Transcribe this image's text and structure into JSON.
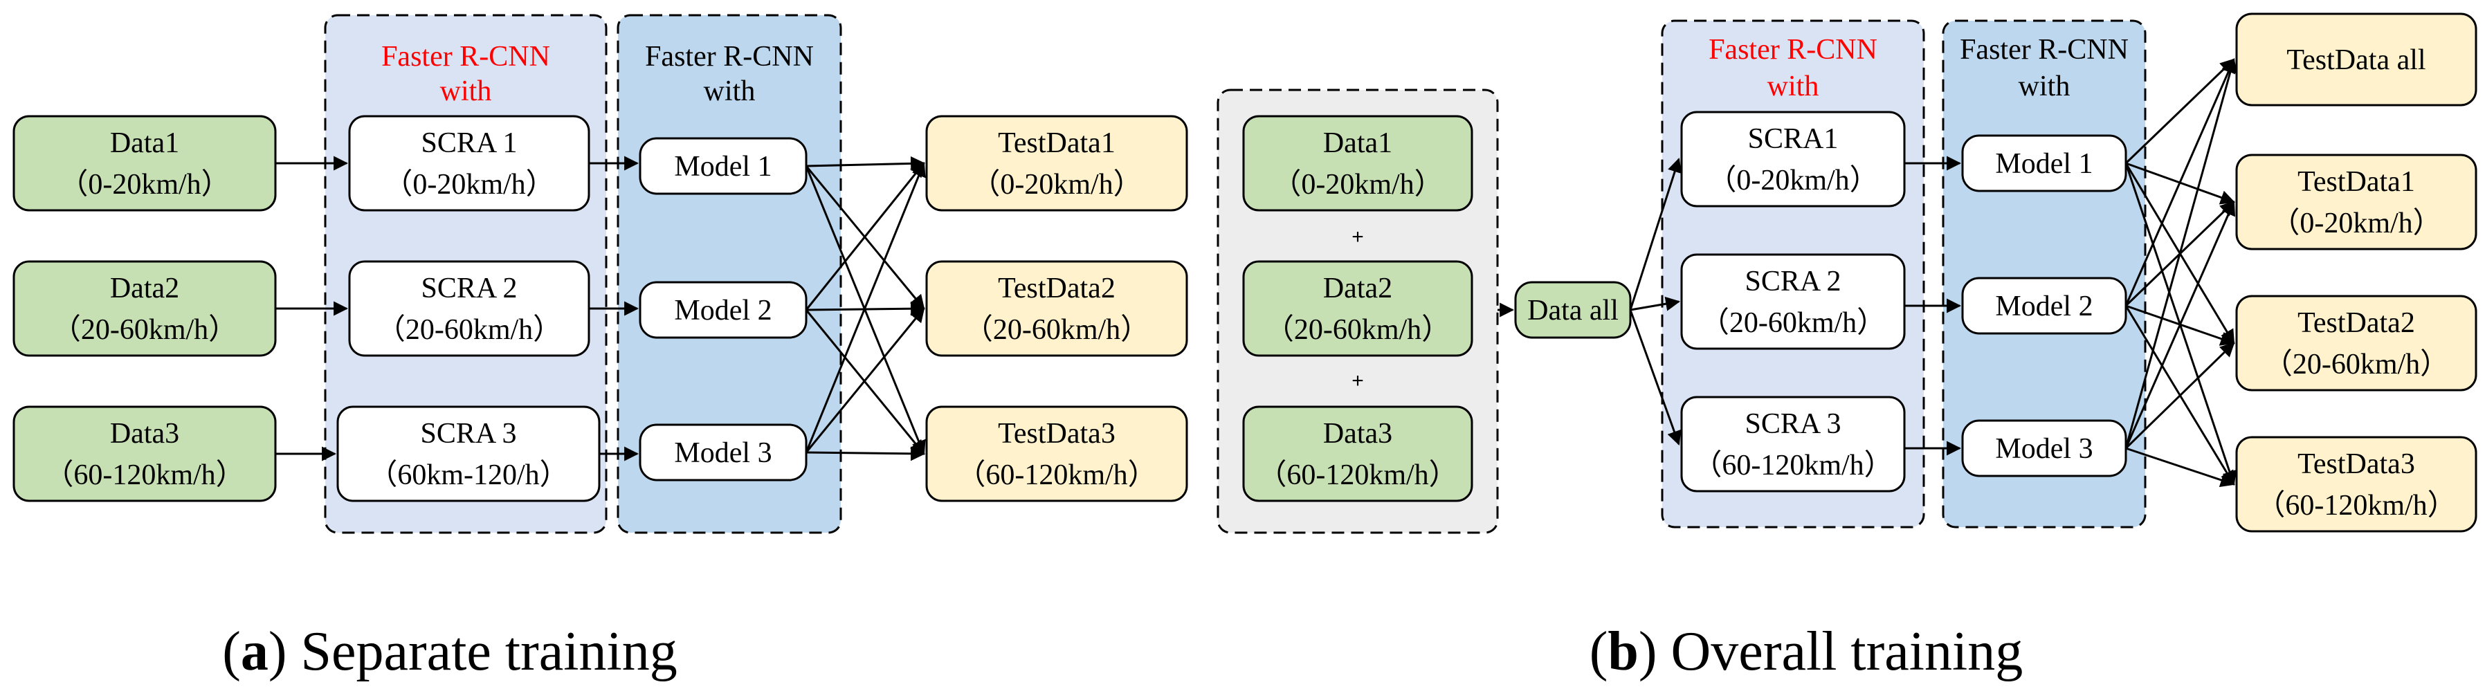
{
  "colors": {
    "input_green": "#c6e0b4",
    "output_yellow": "#fff2cc",
    "scra_panel": "#dae3f3",
    "model_panel": "#bdd7ee",
    "merge_panel": "#ededed",
    "header_red": "#ff0000"
  },
  "panel_a": {
    "inputs": [
      {
        "name": "Data1",
        "range": "（0-20km/h）"
      },
      {
        "name": "Data2",
        "range": "（20-60km/h）"
      },
      {
        "name": "Data3",
        "range": "（60-120km/h）"
      }
    ],
    "scra_header": {
      "line1": "Faster R-CNN",
      "line2": "with"
    },
    "scra": [
      {
        "name": "SCRA 1",
        "range": "（0-20km/h）"
      },
      {
        "name": "SCRA 2",
        "range": "（20-60km/h）"
      },
      {
        "name": "SCRA 3",
        "range": "（60km-120/h）"
      }
    ],
    "model_header": {
      "line1": "Faster R-CNN",
      "line2": "with"
    },
    "models": [
      "Model 1",
      "Model 2",
      "Model 3"
    ],
    "tests": [
      {
        "name": "TestData1",
        "range": "（0-20km/h）"
      },
      {
        "name": "TestData2",
        "range": "（20-60km/h）"
      },
      {
        "name": "TestData3",
        "range": "（60-120km/h）"
      }
    ],
    "caption": {
      "letter": "a",
      "text": " Separate training"
    }
  },
  "panel_b": {
    "merge_inputs": [
      {
        "name": "Data1",
        "range": "（0-20km/h）"
      },
      {
        "name": "Data2",
        "range": "（20-60km/h）"
      },
      {
        "name": "Data3",
        "range": "（60-120km/h）"
      }
    ],
    "plus": "+",
    "data_all": "Data all",
    "scra_header": {
      "line1": "Faster R-CNN",
      "line2": "with"
    },
    "scra": [
      {
        "name": "SCRA1",
        "range": "（0-20km/h）"
      },
      {
        "name": "SCRA 2",
        "range": "（20-60km/h）"
      },
      {
        "name": "SCRA 3",
        "range": "（60-120km/h）"
      }
    ],
    "model_header": {
      "line1": "Faster R-CNN",
      "line2": "with"
    },
    "models": [
      "Model 1",
      "Model 2",
      "Model 3"
    ],
    "test_all": "TestData all",
    "tests": [
      {
        "name": "TestData1",
        "range": "（0-20km/h）"
      },
      {
        "name": "TestData2",
        "range": "（20-60km/h）"
      },
      {
        "name": "TestData3",
        "range": "（60-120km/h）"
      }
    ],
    "caption": {
      "letter": "b",
      "text": " Overall training"
    }
  }
}
